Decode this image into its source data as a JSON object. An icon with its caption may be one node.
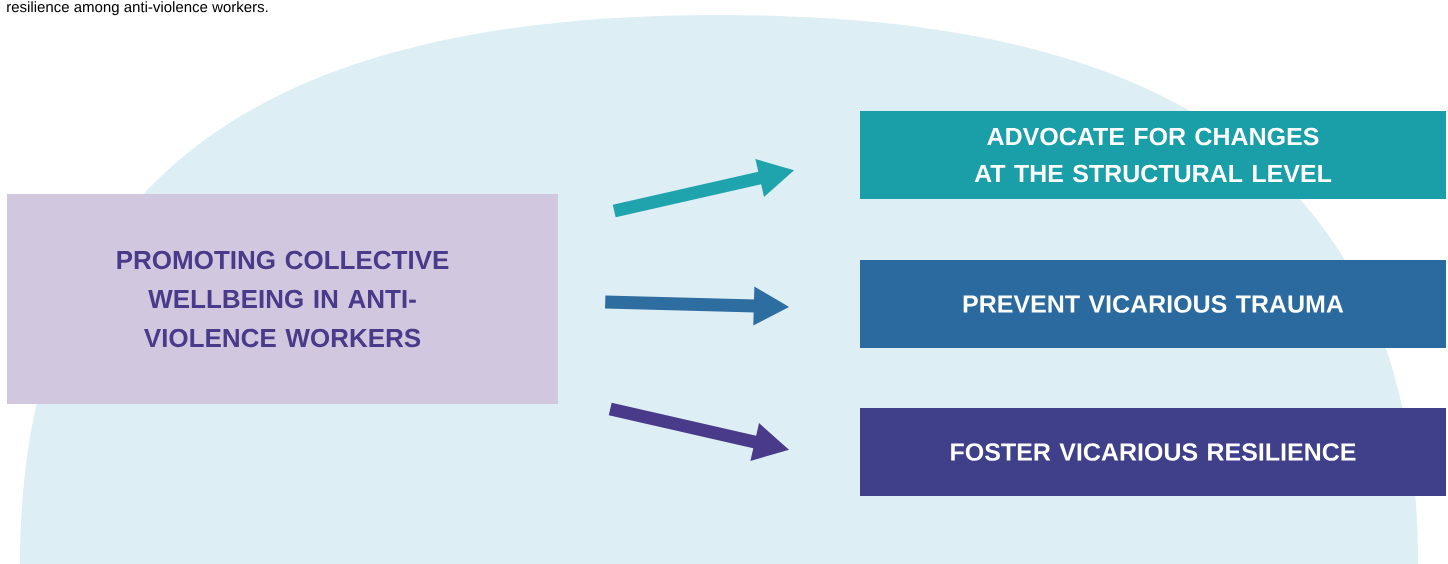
{
  "diagram": {
    "nodes": [
      {
        "text": [
          "PROMOTING COLLECTIVE WELLBEING IN ANTI-VIOLENCE WORKERS"
        ]
      },
      {
        "text": [
          "ADVOCATE FOR CHANGES AT THE STRUCTURAL LEVEL"
        ]
      },
      {
        "text": [
          "PREVENT VICARIOUS TRAUMA"
        ]
      },
      {
        "text": [
          "FOSTER VICARIOUS RESILIENCE"
        ]
      }
    ],
    "edges": [
      {
        "from": 0,
        "to": 1,
        "arrow": "to",
        "color": "#1fa3ad"
      },
      {
        "from": 0,
        "to": 2,
        "arrow": "to",
        "color": "#2e6da0"
      },
      {
        "from": 0,
        "to": 3,
        "arrow": "to",
        "color": "#4a3a8a"
      }
    ],
    "labels": [
      "resilience among anti-violence workers."
    ]
  }
}
